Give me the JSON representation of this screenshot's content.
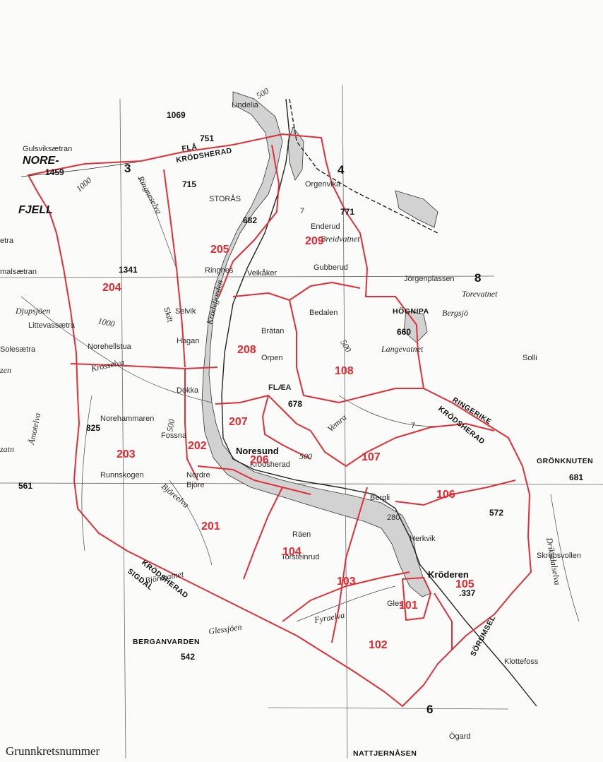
{
  "caption": "Grunnkretsnummer",
  "colors": {
    "boundary": "#e03036",
    "lake": "#cfcfcf",
    "line": "#222222",
    "grid": "#555555"
  },
  "areas": {
    "a101": "101",
    "a102": "102",
    "a103": "103",
    "a104": "104",
    "a105": "105",
    "a106": "106",
    "a107": "107",
    "a108": "108",
    "a201": "201",
    "a202": "202",
    "a203": "203",
    "a204": "204",
    "a205": "205",
    "a206": "206",
    "a207": "207",
    "a208": "208",
    "a209": "209"
  },
  "grid_numbers": {
    "g3": "3",
    "g4": "4",
    "g8": "8",
    "g6": "6"
  },
  "heights": {
    "h1069": "1069",
    "h751": "751",
    "h1459": "1459",
    "h715": "715",
    "h682": "682",
    "h771": "771",
    "h1341": "1341",
    "h660": "660",
    "h678": "678",
    "h825": "825",
    "h561": "561",
    "h681": "681",
    "h572": "572",
    "h337": ".337",
    "h542": "542",
    "h500a": "500",
    "h1000a": "1000",
    "h1000b": "1000",
    "h500b": "500",
    "h500c": "500",
    "h500d": "500"
  },
  "municipalities": {
    "fla": "FLÅ",
    "krodsherad_top": "KRÖDSHERAD",
    "ringerike": "RINGERIKE",
    "krodsherad_right": "KRÖDSHERAD",
    "krodsherad_sw": "KRÖDSHERAD",
    "sigdal": "SIGDAL"
  },
  "places": {
    "nore": "NORE-",
    "fjell": "FJELL",
    "gulsvik": "Gulsviksætran",
    "lindelia": "Lindelia",
    "storas": "STORÅS",
    "orgenvika": "Orgenvika",
    "enderud": "Enderud",
    "gubberud": "Gubberud",
    "ringnes": "Ringnes",
    "veikaker": "Veikåker",
    "jorgenplassen": "Jörgenplassen",
    "hognipa": "HÖGNIPA",
    "bedalen": "Bedalen",
    "selvik": "Selvik",
    "hagan": "Hagan",
    "bratan": "Brätan",
    "orpen": "Orpen",
    "flaea": "FLÆA",
    "littevassaetra": "Littevassætra",
    "norehellstua": "Norehellstua",
    "solesaetra": "Solesætra",
    "etra": "etra",
    "malsaetran": "malsætran",
    "dokka": "Dokka",
    "norehammaren": "Norehammaren",
    "fossna": "Fossna",
    "runnskogen": "Runnskogen",
    "nordre_bjore": "Nordre",
    "bjore": "Björe",
    "noresund": "Noresund",
    "krodsherad_small": "Krödsherad",
    "solli": "Solli",
    "gronknuten": "GRÖNKNUTEN",
    "bergli": "Bergli",
    "herkvik": "Herkvik",
    "raen": "Räen",
    "torsteinrud": "Torsteinrud",
    "krøderen": "Kröderen",
    "gles": "Gles",
    "skrebsvollen": "Skrebsvollen",
    "klottefoss": "Klottefoss",
    "berganvarden": "BERGANVARDEN",
    "ogard": "Ögard",
    "nattjernasen": "NATTJERNÅSEN",
    "skift": "Skift",
    "r280": "280",
    "r7a": "7",
    "r7b": "7",
    "zen": "zen",
    "zatn": "zatn"
  },
  "waters": {
    "breidvatnet": "Breidvatnet",
    "torevatnet": "Torevatnet",
    "bergsjo": "Bergsjö",
    "langevatnet": "Langevatnet",
    "djupsjoen": "Djupsjöen",
    "ringneselva": "Ringneselva",
    "krosselva": "Krosselva",
    "amotelva": "Åmotelva",
    "bjoreelva": "Björeelva",
    "bjorevatnet": "Björevatnet",
    "glessjoen": "Glessjöen",
    "fyraelva": "Fyraelva",
    "vemra": "Vemra",
    "drikadalselva": "Drikadalselva",
    "sorumsel": "SÖRUMSEL",
    "krodefjorden": "Krödefjorden"
  }
}
